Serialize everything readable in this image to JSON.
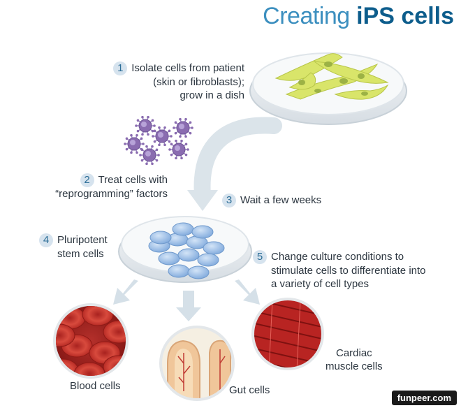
{
  "title": {
    "light": "Creating",
    "bold": "iPS cells"
  },
  "steps": [
    {
      "num": "1",
      "lines": [
        "Isolate cells from patient",
        "(skin or fibroblasts);",
        "grow in a dish"
      ]
    },
    {
      "num": "2",
      "lines": [
        "Treat cells with",
        "“reprogramming” factors"
      ]
    },
    {
      "num": "3",
      "lines": [
        "Wait a few weeks"
      ]
    },
    {
      "num": "4",
      "lines": [
        "Pluripotent",
        "stem cells"
      ]
    },
    {
      "num": "5",
      "lines": [
        "Change culture conditions to",
        "stimulate cells to differentiate into",
        "a variety of cell types"
      ]
    }
  ],
  "cell_types": [
    {
      "label": "Blood cells",
      "icon": "blood-cells-icon"
    },
    {
      "label": "Gut cells",
      "icon": "gut-cells-icon"
    },
    {
      "label": "Cardiac\nmuscle cells",
      "icon": "cardiac-cells-icon"
    }
  ],
  "watermark": "funpeer.com",
  "colors": {
    "title": "#0d5d8c",
    "step_badge": "#d6e3ee",
    "arrow": "#d5e0e8",
    "fibroblast": "#d9e56a",
    "stem_cell": "#8fb8e6",
    "virus": "#8a6cb0",
    "blood": "#c0282a"
  }
}
